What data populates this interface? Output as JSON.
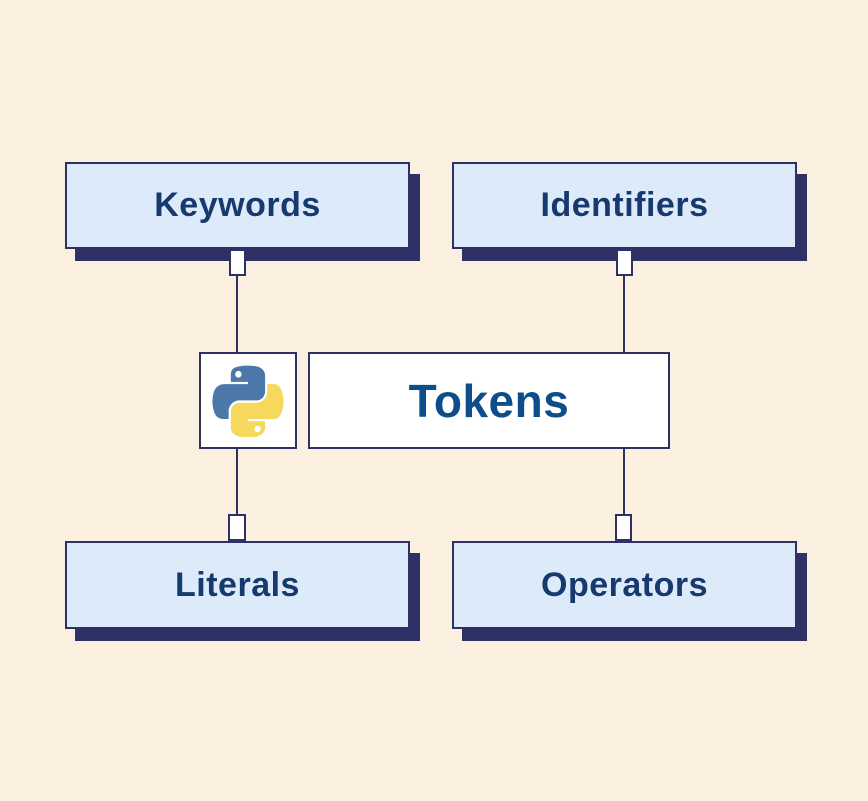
{
  "diagram": {
    "center": {
      "label": "Tokens",
      "text_color": "#0E4D8C"
    },
    "icons": {
      "center_logo": "python-logo-icon"
    },
    "nodes": [
      {
        "id": "keywords",
        "label": "Keywords"
      },
      {
        "id": "identifiers",
        "label": "Identifiers"
      },
      {
        "id": "literals",
        "label": "Literals"
      },
      {
        "id": "operators",
        "label": "Operators"
      }
    ],
    "colors": {
      "background": "#FBF0DF",
      "node_fill": "#DCEAFA",
      "node_border": "#2F3166",
      "node_shadow": "#2F3166",
      "node_label": "#16396E",
      "center_fill": "#FFFFFF",
      "logo_blue": "#4B78A8",
      "logo_yellow": "#F5D85C"
    }
  }
}
